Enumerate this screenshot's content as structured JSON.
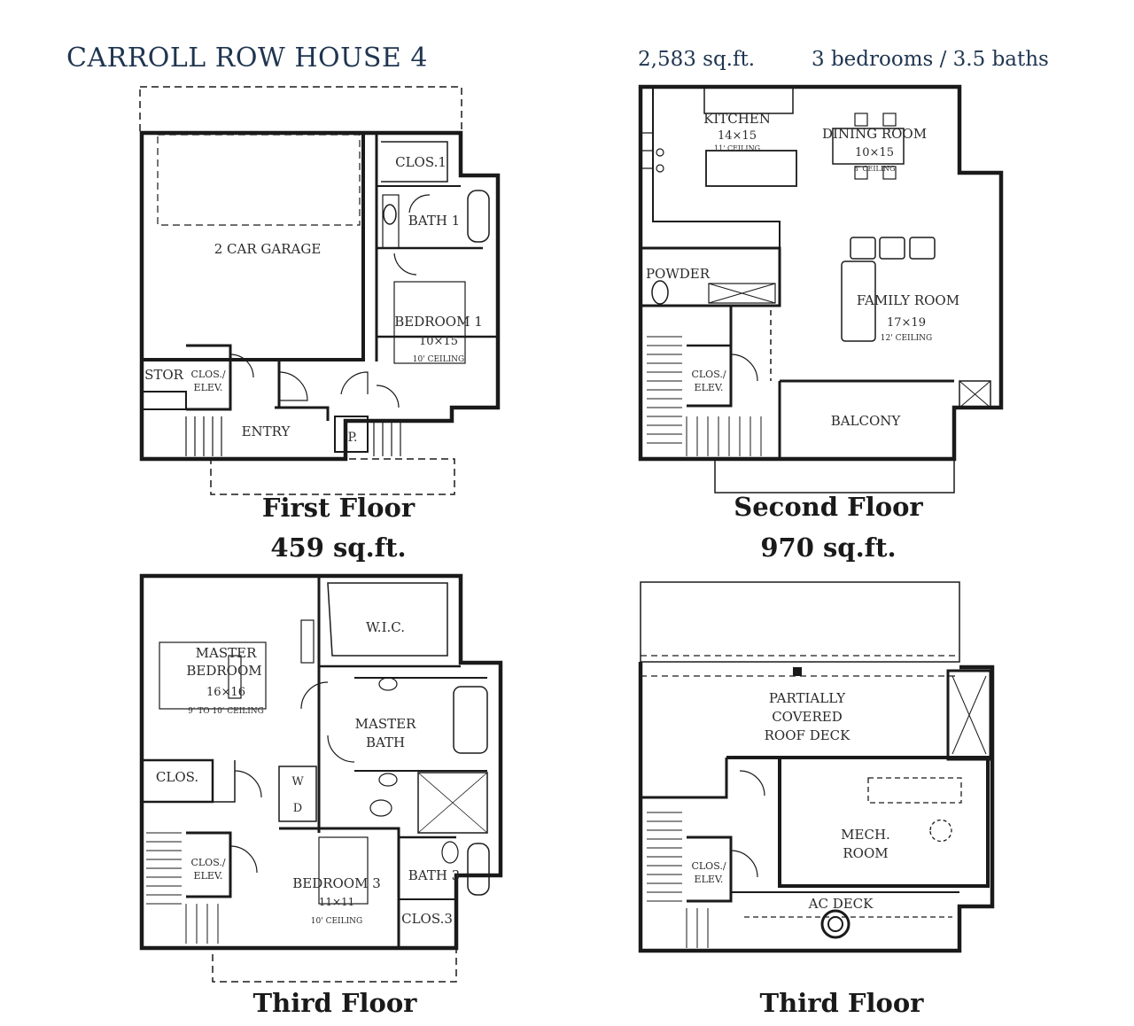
{
  "header": {
    "title": "CARROLL ROW HOUSE 4",
    "total_area": "2,583 sq.ft.",
    "bed_bath": "3 bedrooms / 3.5 baths"
  },
  "floors": [
    {
      "caption": "First Floor",
      "area": "459 sq.ft.",
      "rooms": {
        "garage": "2 CAR GARAGE",
        "clos1": "CLOS.1",
        "bath1": "BATH 1",
        "bedroom1": "BEDROOM 1",
        "bedroom1_size": "10×15",
        "bedroom1_ceiling": "10' CEILING",
        "stor": "STOR",
        "clos_elev_a": "CLOS./",
        "clos_elev_b": "ELEV.",
        "entry": "ENTRY",
        "pantry": "P."
      }
    },
    {
      "caption": "Second Floor",
      "area": "970 sq.ft.",
      "rooms": {
        "kitchen": "KITCHEN",
        "kitchen_size": "14×15",
        "kitchen_ceiling": "11' CEILING",
        "dining": "DINING ROOM",
        "dining_size": "10×15",
        "dining_ceiling": "8' CEILING",
        "powder": "POWDER",
        "family": "FAMILY ROOM",
        "family_size": "17×19",
        "family_ceiling": "12' CEILING",
        "clos_elev_a": "CLOS./",
        "clos_elev_b": "ELEV.",
        "balcony": "BALCONY"
      }
    },
    {
      "caption": "Third Floor",
      "rooms": {
        "wic": "W.I.C.",
        "master_a": "MASTER",
        "master_b": "BEDROOM",
        "master_size": "16×16",
        "master_ceiling": "9' TO 10' CEILING",
        "mbath_a": "MASTER",
        "mbath_b": "BATH",
        "clos": "CLOS.",
        "w": "W",
        "d": "D",
        "clos_elev_a": "CLOS./",
        "clos_elev_b": "ELEV.",
        "bedroom3": "BEDROOM 3",
        "bedroom3_size": "11×11",
        "bedroom3_ceiling": "10' CEILING",
        "bath3": "BATH 3",
        "clos3": "CLOS.3"
      }
    },
    {
      "caption": "Third Floor",
      "rooms": {
        "deck_a": "PARTIALLY",
        "deck_b": "COVERED",
        "deck_c": "ROOF DECK",
        "mech_a": "MECH.",
        "mech_b": "ROOM",
        "clos_elev_a": "CLOS./",
        "clos_elev_b": "ELEV.",
        "ac_deck": "AC DECK"
      }
    }
  ]
}
